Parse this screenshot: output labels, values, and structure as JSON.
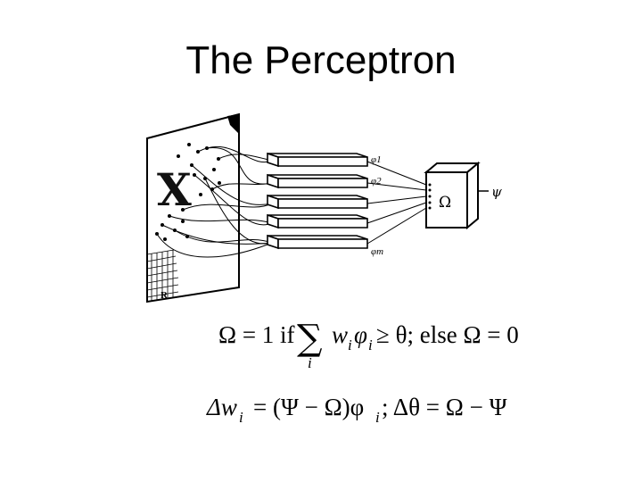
{
  "slide": {
    "title": "The Perceptron"
  },
  "figure": {
    "retina_letter": "X",
    "retina_corner_label": "R",
    "association_labels": [
      "φ1",
      "φ2",
      "φm"
    ],
    "output_unit_symbol": "Ω",
    "output_symbol": "ψ"
  },
  "equations": {
    "eq1_part1": "Ω = 1 if",
    "eq1_sum": "∑",
    "eq1_sum_index": "i",
    "eq1_w": "w",
    "eq1_w_sub": "i",
    "eq1_phi": "φ",
    "eq1_phi_sub": "i",
    "eq1_rest": "≥ θ;  else Ω = 0",
    "eq2_delta_w": "Δw",
    "eq2_delta_w_sub": "i",
    "eq2_middle": "= (Ψ − Ω)φ",
    "eq2_phi_sub": "i",
    "eq2_rest": ";  Δθ = Ω − Ψ"
  }
}
